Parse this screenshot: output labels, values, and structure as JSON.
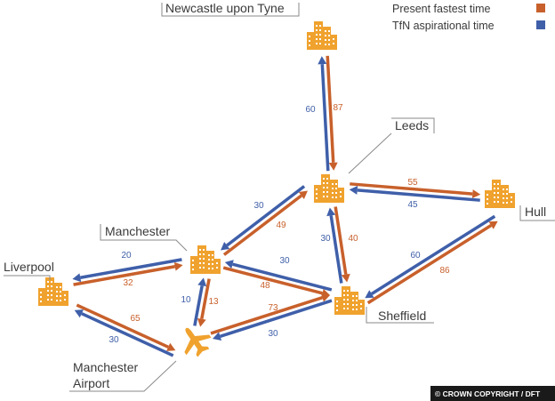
{
  "legend": {
    "present_label": "Present fastest time",
    "aspirational_label": "TfN aspirational time"
  },
  "colors": {
    "present": "#c8602b",
    "aspirational": "#3f5fa9",
    "city_icon": "#f0a22e",
    "label_text": "#3a3a3a"
  },
  "cities": {
    "newcastle": {
      "label": "Newcastle upon Tyne",
      "icon": "city-buildings-icon"
    },
    "leeds": {
      "label": "Leeds",
      "icon": "city-buildings-icon"
    },
    "hull": {
      "label": "Hull",
      "icon": "city-buildings-icon"
    },
    "manchester": {
      "label": "Manchester",
      "icon": "city-buildings-icon"
    },
    "liverpool": {
      "label": "Liverpool",
      "icon": "city-buildings-icon"
    },
    "sheffield": {
      "label": "Sheffield",
      "icon": "city-buildings-icon"
    },
    "manchester_airport": {
      "label_line1": "Manchester",
      "label_line2": "Airport",
      "icon": "airplane-icon"
    }
  },
  "routes": [
    {
      "id": "newcastle-leeds",
      "from": "Newcastle upon Tyne",
      "to": "Leeds",
      "present": "87",
      "aspirational": "60"
    },
    {
      "id": "leeds-hull",
      "from": "Leeds",
      "to": "Hull",
      "present": "55",
      "aspirational": "45"
    },
    {
      "id": "manchester-leeds",
      "from": "Manchester",
      "to": "Leeds",
      "present": "49",
      "aspirational": "30"
    },
    {
      "id": "leeds-sheffield",
      "from": "Leeds",
      "to": "Sheffield",
      "present": "40",
      "aspirational": "30"
    },
    {
      "id": "sheffield-hull",
      "from": "Sheffield",
      "to": "Hull",
      "present": "86",
      "aspirational": "60"
    },
    {
      "id": "liverpool-manchester",
      "from": "Liverpool",
      "to": "Manchester",
      "present": "32",
      "aspirational": "20"
    },
    {
      "id": "manchester-sheffield",
      "from": "Manchester",
      "to": "Sheffield",
      "present": "48",
      "aspirational": "30"
    },
    {
      "id": "manchester-airport",
      "from": "Manchester",
      "to": "Manchester Airport",
      "present": "13",
      "aspirational": "10"
    },
    {
      "id": "liverpool-airport",
      "from": "Liverpool",
      "to": "Manchester Airport",
      "present": "65",
      "aspirational": "30"
    },
    {
      "id": "airport-sheffield",
      "from": "Manchester Airport",
      "to": "Sheffield",
      "present": "73",
      "aspirational": "30"
    }
  ],
  "copyright": "© CROWN COPYRIGHT / DFT"
}
